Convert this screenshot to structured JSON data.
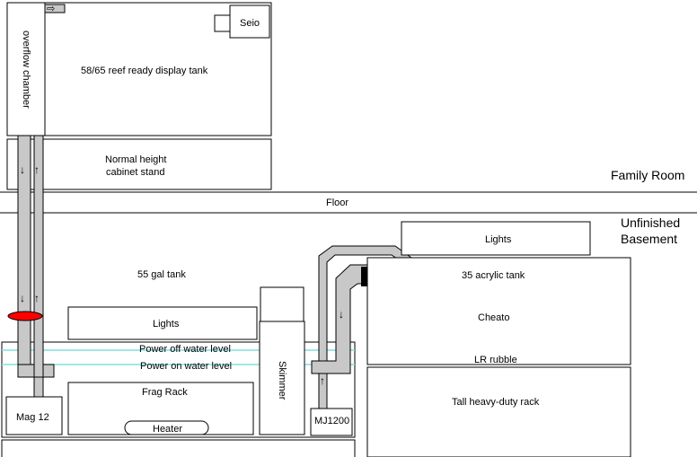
{
  "labels": {
    "overflow_chamber": "overflow chamber",
    "seio": "Seio",
    "display_tank": "58/65 reef ready display tank",
    "stand_line1": "Normal height",
    "stand_line2": "cabinet stand",
    "family_room": "Family Room",
    "floor": "Floor",
    "basement_line1": "Unfinished",
    "basement_line2": "Basement",
    "tank_55": "55 gal tank",
    "lights_left": "Lights",
    "lights_right": "Lights",
    "tank_35": "35 acrylic tank",
    "cheato": "Cheato",
    "lr_rubble": "LR rubble",
    "rack": "Tall heavy-duty rack",
    "power_off": "Power off water level",
    "power_on": "Power on water level",
    "frag_rack": "Frag Rack",
    "heater": "Heater",
    "skimmer": "Skimmer",
    "mag12": "Mag 12",
    "mj1200": "MJ1200"
  },
  "arrows": {
    "down": "↓",
    "up": "↑",
    "right": "⇨"
  },
  "colors": {
    "pipe": "#c8c8c8",
    "water_line": "#7fe0e0",
    "valve": "#ff0000",
    "union": "#000000"
  }
}
